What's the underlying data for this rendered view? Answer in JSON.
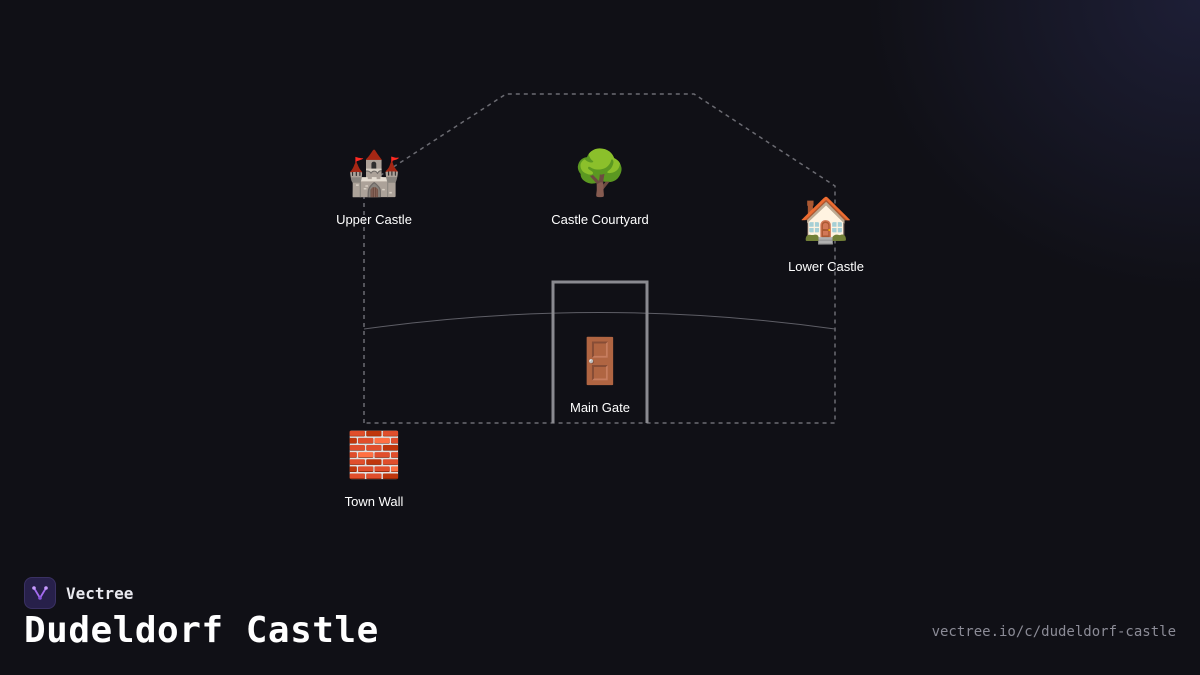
{
  "brand": {
    "name": "Vectree",
    "logo_icon": "vectree-logo-icon",
    "accent": "#a46cf0"
  },
  "title": "Dudeldorf Castle",
  "url": "vectree.io/c/dudeldorf-castle",
  "colors": {
    "background": "#101016",
    "outline": "#6b6b72",
    "gate": "#8a8a90",
    "label": "#ffffff"
  },
  "nodes": [
    {
      "id": "upper-castle",
      "label": "Upper Castle",
      "icon": "castle-icon",
      "glyph": "🏰"
    },
    {
      "id": "castle-courtyard",
      "label": "Castle Courtyard",
      "icon": "tree-icon",
      "glyph": "🌳"
    },
    {
      "id": "lower-castle",
      "label": "Lower Castle",
      "icon": "house-icon",
      "glyph": "🏠"
    },
    {
      "id": "main-gate",
      "label": "Main Gate",
      "icon": "door-icon",
      "glyph": "🚪"
    },
    {
      "id": "town-wall",
      "label": "Town Wall",
      "icon": "brick-icon",
      "glyph": "🧱"
    }
  ]
}
